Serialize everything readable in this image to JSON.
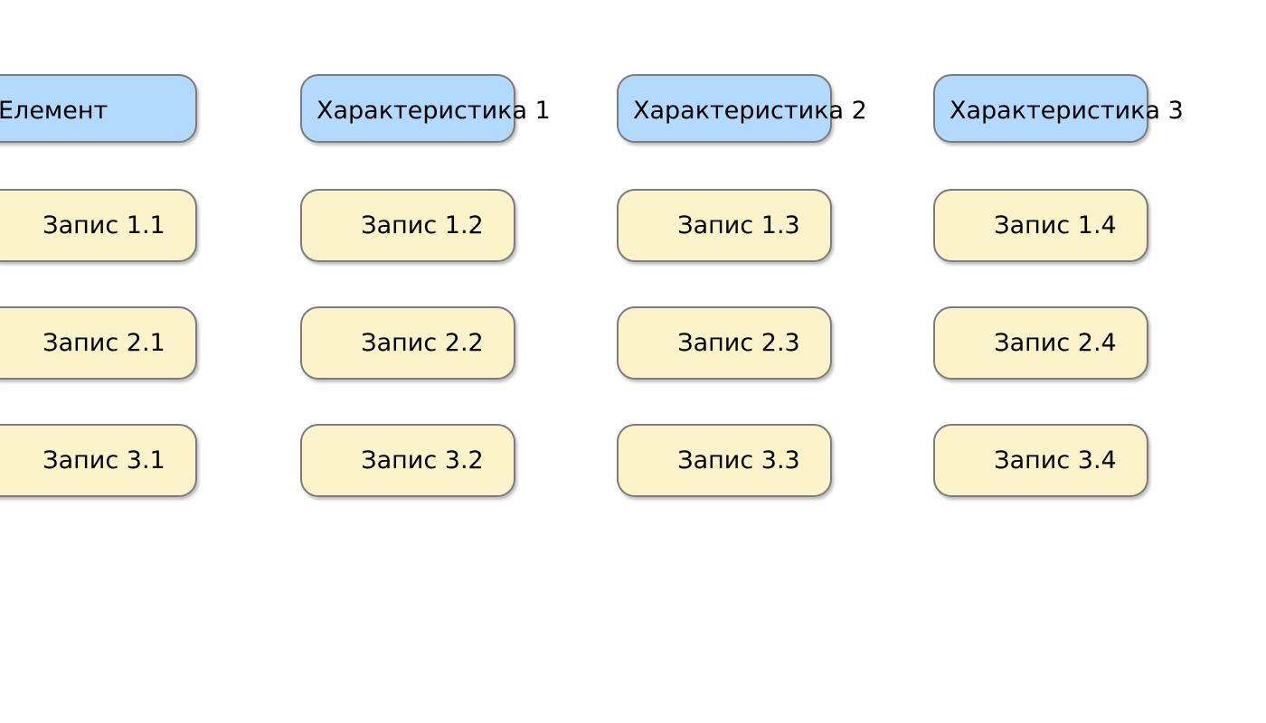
{
  "diagram": {
    "colors": {
      "background": "#ffffff",
      "header_fill": "#b3d9fc",
      "record_fill": "#fbf3c9",
      "border": "#7c7c7c",
      "text": "#000000"
    },
    "columns": [
      {
        "header": "Елемент",
        "records": [
          "Запис 1.1",
          "Запис 2.1",
          "Запис 3.1"
        ]
      },
      {
        "header": "Характеристика 1",
        "records": [
          "Запис 1.2",
          "Запис 2.2",
          "Запис 3.2"
        ]
      },
      {
        "header": "Характеристика 2",
        "records": [
          "Запис 1.3",
          "Запис 2.3",
          "Запис 3.3"
        ]
      },
      {
        "header": "Характеристика 3",
        "records": [
          "Запис 1.4",
          "Запис 2.4",
          "Запис 3.4"
        ]
      }
    ]
  }
}
